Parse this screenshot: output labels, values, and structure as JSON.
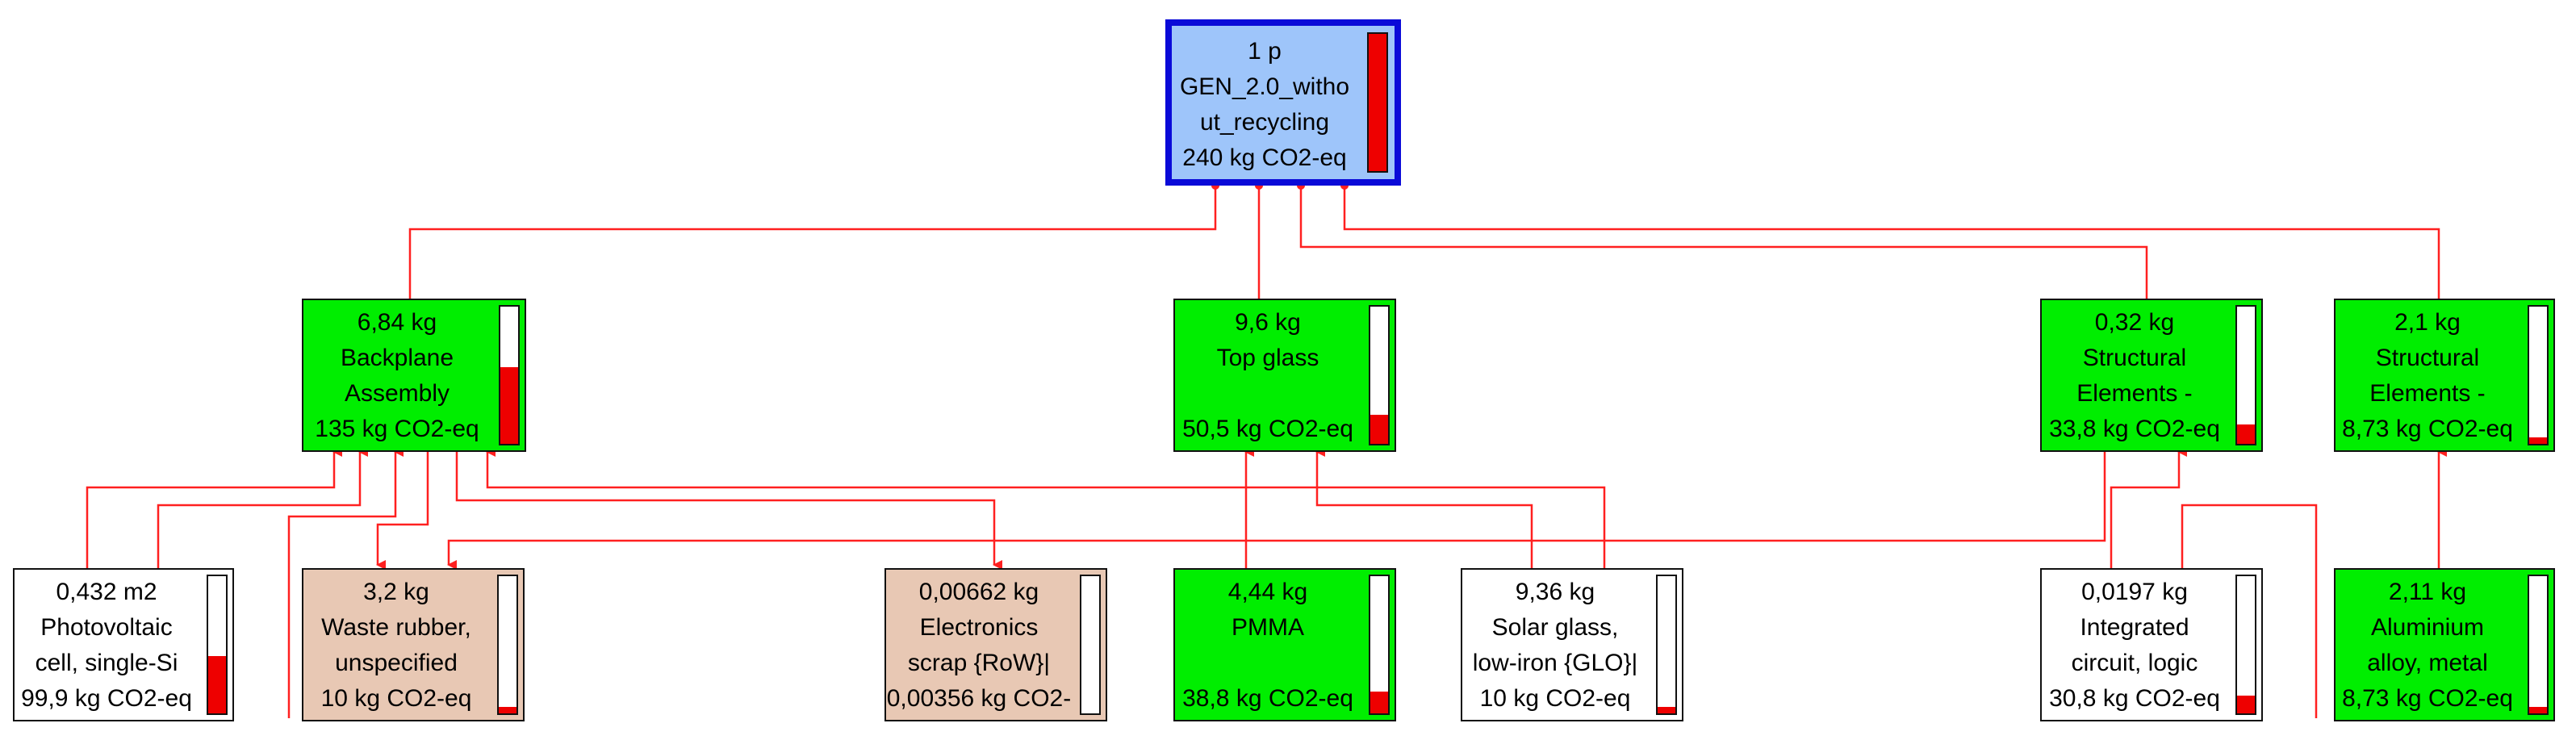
{
  "colors": {
    "root_fill": "#9ec5fa",
    "root_border": "#0a0ad8",
    "process_fill": "#00ee00",
    "waste_fill": "#e8c8b4",
    "input_fill": "#ffffff",
    "wire": "#ff2020",
    "bar_fill": "#ee0000"
  },
  "nodes": {
    "root": {
      "qty": "1 p",
      "name": [
        "GEN_2.0_witho",
        "ut_recycling"
      ],
      "impact": "240 kg CO2-eq",
      "share": 1.0
    },
    "backplane": {
      "qty": "6,84 kg",
      "name": [
        "Backplane",
        "Assembly"
      ],
      "impact": "135 kg CO2-eq",
      "share": 0.56
    },
    "topglass": {
      "qty": "9,6 kg",
      "name": [
        "Top glass"
      ],
      "impact": "50,5 kg CO2-eq",
      "share": 0.21
    },
    "struct1": {
      "qty": "0,32 kg",
      "name": [
        "Structural",
        "Elements -"
      ],
      "impact": "33,8 kg CO2-eq",
      "share": 0.14
    },
    "struct2": {
      "qty": "2,1 kg",
      "name": [
        "Structural",
        "Elements -"
      ],
      "impact": "8,73 kg CO2-eq",
      "share": 0.04
    },
    "pvcell": {
      "qty": "0,432 m2",
      "name": [
        "Photovoltaic",
        "cell, single-Si"
      ],
      "impact": "99,9 kg CO2-eq",
      "share": 0.42
    },
    "rubber": {
      "qty": "3,2 kg",
      "name": [
        "Waste rubber,",
        "unspecified"
      ],
      "impact": "10 kg CO2-eq",
      "share": 0.04
    },
    "escrap": {
      "qty": "0,00662 kg",
      "name": [
        "Electronics",
        "scrap {RoW}|"
      ],
      "impact": "0,00356 kg CO2-",
      "share": 0.0
    },
    "pmma": {
      "qty": "4,44 kg",
      "name": [
        "PMMA"
      ],
      "impact": "38,8 kg CO2-eq",
      "share": 0.16
    },
    "solarglass": {
      "qty": "9,36 kg",
      "name": [
        "Solar glass,",
        "low-iron {GLO}|"
      ],
      "impact": "10 kg CO2-eq",
      "share": 0.04
    },
    "ic": {
      "qty": "0,0197 kg",
      "name": [
        "Integrated",
        "circuit, logic"
      ],
      "impact": "30,8 kg CO2-eq",
      "share": 0.13
    },
    "aluminium": {
      "qty": "2,11 kg",
      "name": [
        "Aluminium",
        "alloy, metal"
      ],
      "impact": "8,73 kg CO2-eq",
      "share": 0.04
    }
  }
}
